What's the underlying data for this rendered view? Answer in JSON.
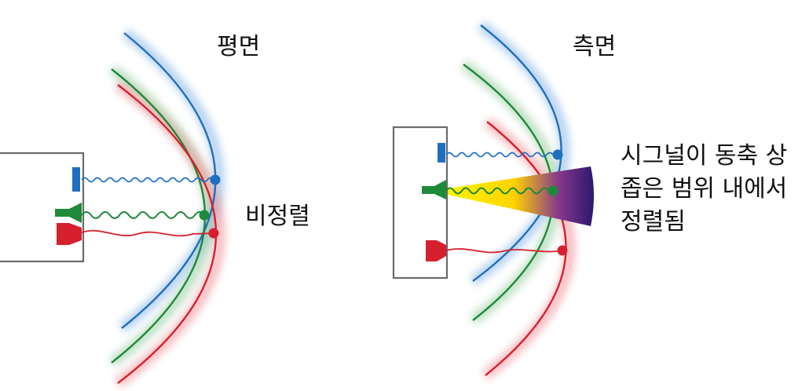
{
  "left_panel": {
    "title": "평면",
    "annotation": "비정렬"
  },
  "right_panel": {
    "title": "측면",
    "annotation_lines": [
      "시그널이 동축 상",
      "좁은 범위 내에서",
      "정렬됨"
    ]
  },
  "colors": {
    "high": "#1f6fc0",
    "mid": "#1e8a3a",
    "low": "#d6202e",
    "cone_start": "#ffe600",
    "cone_end": "#3a1a78"
  }
}
